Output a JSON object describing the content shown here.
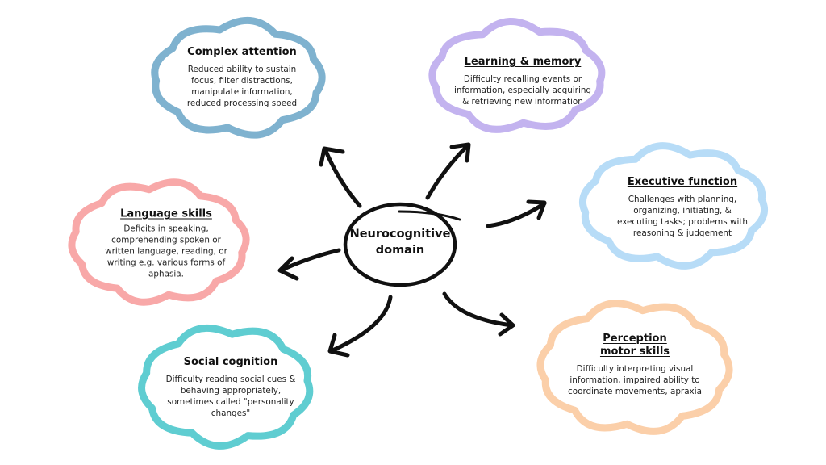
{
  "diagram": {
    "center": {
      "label_line1": "Neurocognitive",
      "label_line2": "domain"
    },
    "nodes": [
      {
        "id": "complex-attention",
        "title": "Complex attention",
        "description": [
          "Reduced ability to sustain",
          "focus, filter distractions,",
          "manipulate information,",
          "reduced processing speed"
        ],
        "color": "#7fb2cf"
      },
      {
        "id": "learning-memory",
        "title": "Learning & memory",
        "description": [
          "Difficulty recalling events or",
          "information, especially acquiring",
          "& retrieving new information"
        ],
        "color": "#c3b3ef"
      },
      {
        "id": "executive-function",
        "title": "Executive function",
        "description": [
          "Challenges with planning,",
          "organizing, initiating, &",
          "executing tasks; problems with",
          "reasoning & judgement"
        ],
        "color": "#b7dcf7"
      },
      {
        "id": "language-skills",
        "title": "Language skills",
        "description": [
          "Deficits in speaking,",
          "comprehending spoken or",
          "written language, reading, or",
          "writing e.g. various forms of",
          "aphasia."
        ],
        "color": "#f8a8a8"
      },
      {
        "id": "social-cognition",
        "title": "Social cognition",
        "description": [
          "Difficulty reading social cues &",
          "behaving appropriately,",
          "sometimes called \"personality",
          "changes\""
        ],
        "color": "#5fcdd1"
      },
      {
        "id": "perception-motor-skills",
        "title_lines": [
          "Perception",
          "motor skills"
        ],
        "description": [
          "Difficulty interpreting visual",
          "information, impaired ability to",
          "coordinate movements, apraxia"
        ],
        "color": "#fbcfa9"
      }
    ]
  }
}
